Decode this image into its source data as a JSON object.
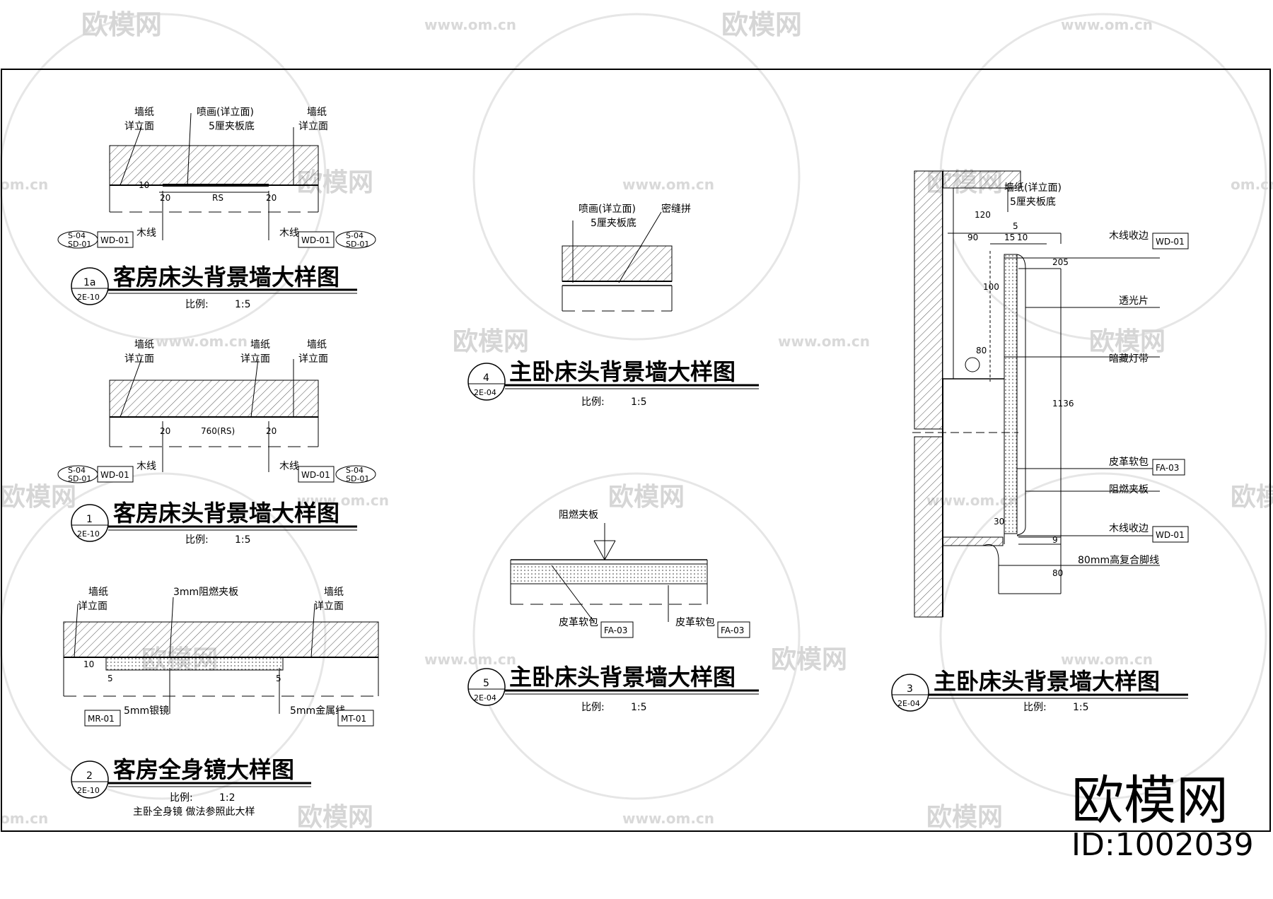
{
  "watermark": {
    "site": "欧模网",
    "url": "www.om.cn",
    "url_short": "om.cn",
    "id": "ID:1002039"
  },
  "details": {
    "d1a": {
      "circle_top": "1a",
      "circle_bottom": "2E-10",
      "title": "客房床头背景墙大样图",
      "scale_label": "比例:",
      "scale_value": "1:5",
      "labels": {
        "left_top": "墙纸",
        "left_sub": "详立面",
        "mid_top": "喷画(详立面)",
        "mid_sub": "5厘夹板底",
        "right_top": "墙纸",
        "right_sub": "详立面",
        "dim_10": "10",
        "dim_20a": "20",
        "dim_rs": "RS",
        "dim_20b": "20",
        "wood_left": "木线",
        "wood_right": "木线",
        "tag_left": "WD-01",
        "tag_right": "WD-01",
        "ref_left_top": "S-04",
        "ref_left_bottom": "SD-01",
        "ref_right_top": "S-04",
        "ref_right_bottom": "SD-01"
      }
    },
    "d1": {
      "circle_top": "1",
      "circle_bottom": "2E-10",
      "title": "客房床头背景墙大样图",
      "scale_label": "比例:",
      "scale_value": "1:5",
      "labels": {
        "left_top": "墙纸",
        "left_sub": "详立面",
        "mid_top": "墙纸",
        "mid_sub": "详立面",
        "right_top": "墙纸",
        "right_sub": "详立面",
        "dim_20a": "20",
        "dim_mid": "760(RS)",
        "dim_20b": "20",
        "wood_left": "木线",
        "wood_right": "木线",
        "tag_left": "WD-01",
        "tag_right": "WD-01",
        "ref_left_top": "S-04",
        "ref_left_bottom": "SD-01",
        "ref_right_top": "S-04",
        "ref_right_bottom": "SD-01"
      }
    },
    "d2": {
      "circle_top": "2",
      "circle_bottom": "2E-10",
      "title": "客房全身镜大样图",
      "scale_label": "比例:",
      "scale_value": "1:2",
      "note": "主卧全身镜 做法参照此大样",
      "labels": {
        "left_top": "墙纸",
        "left_sub": "详立面",
        "mid_top": "3mm阻燃夹板",
        "right_top": "墙纸",
        "right_sub": "详立面",
        "dim_10": "10",
        "dim_5a": "5",
        "dim_5b": "5",
        "mirror": "5mm银镜",
        "metal": "5mm金属线",
        "tag_left": "MR-01",
        "tag_right": "MT-01"
      }
    },
    "d4": {
      "circle_top": "4",
      "circle_bottom": "2E-04",
      "title": "主卧床头背景墙大样图",
      "scale_label": "比例:",
      "scale_value": "1:5",
      "labels": {
        "top": "喷画(详立面)",
        "sub": "5厘夹板底",
        "seam": "密缝拼"
      }
    },
    "d5": {
      "circle_top": "5",
      "circle_bottom": "2E-04",
      "title": "主卧床头背景墙大样图",
      "scale_label": "比例:",
      "scale_value": "1:5",
      "labels": {
        "top": "阻燃夹板",
        "leather_left": "皮革软包",
        "leather_right": "皮革软包",
        "tag_left": "FA-03",
        "tag_right": "FA-03"
      }
    },
    "d3": {
      "circle_top": "3",
      "circle_bottom": "2E-04",
      "title": "主卧床头背景墙大样图",
      "scale_label": "比例:",
      "scale_value": "1:5",
      "labels": {
        "top": "墙纸(详立面)",
        "sub": "5厘夹板底",
        "dim_120": "120",
        "dim_5": "5",
        "dim_90": "90",
        "dim_15": "15",
        "dim_10": "10",
        "dim_100": "100",
        "dim_80a": "80",
        "dim_30": "30",
        "dim_205": "205",
        "dim_1136": "1136",
        "dim_9": "9",
        "dim_80b": "80",
        "wood_edge_top": "木线收边",
        "tag_wood_top": "WD-01",
        "light_sheet": "透光片",
        "hidden_light": "暗藏灯带",
        "leather": "皮革软包",
        "tag_leather": "FA-03",
        "fire_board": "阻燃夹板",
        "wood_edge_bottom": "木线收边",
        "tag_wood_bottom": "WD-01",
        "skirting": "80mm高复合脚线"
      }
    }
  }
}
